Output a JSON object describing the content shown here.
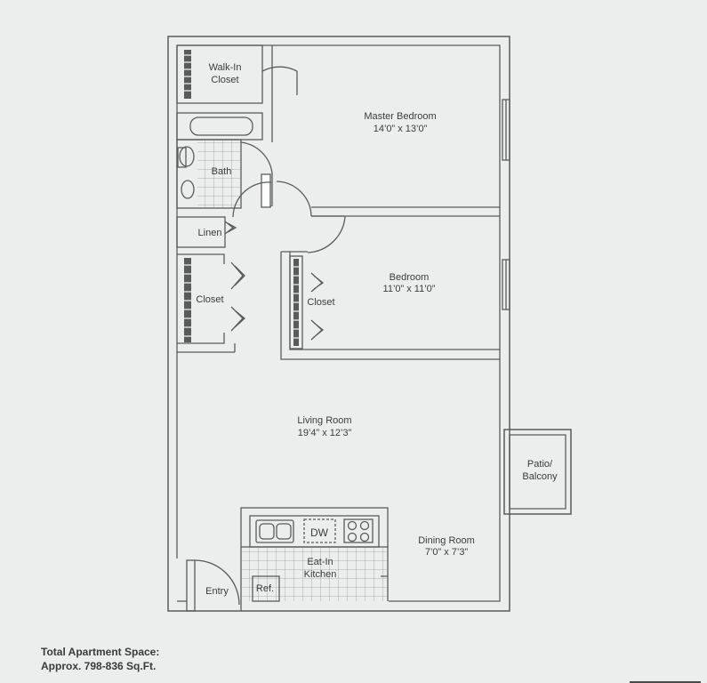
{
  "rooms": {
    "walk_in_closet": "Walk-In\nCloset",
    "master_bedroom": "Master Bedroom",
    "master_bedroom_size": "14’0” x 13’0”",
    "bath": "Bath",
    "linen": "Linen",
    "closet_left": "Closet",
    "bedroom": "Bedroom",
    "bedroom_size": "11’0” x 11’0”",
    "closet_bedroom": "Closet",
    "living_room": "Living Room",
    "living_room_size": "19’4” x 12’3”",
    "patio_balcony": "Patio/\nBalcony",
    "dw": "DW",
    "eat_in_kitchen": "Eat-In\nKitchen",
    "dining_room": "Dining Room",
    "dining_room_size": "7’0” x 7’3”",
    "ref": "Ref.",
    "entry": "Entry"
  },
  "footer": {
    "line1": "Total Apartment Space:",
    "line2": "Approx. 798-836 Sq.Ft."
  },
  "colors": {
    "wall": "#5a5a5a",
    "background": "#eceeed",
    "text": "#3b3b3b"
  }
}
